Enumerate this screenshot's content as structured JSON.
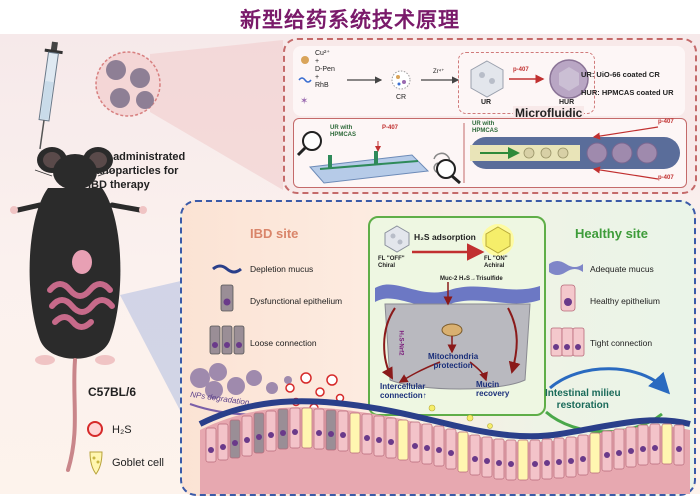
{
  "title": "新型给药系统技术原理",
  "left": {
    "oral_text": [
      "Oral administrated",
      "Nanoparticles for",
      "IBD therapy"
    ],
    "mouse_label": "C57BL/6",
    "h2s_label": "H₂S",
    "goblet_label": "Goblet cell"
  },
  "synthesis": {
    "reagents": [
      "Cu²⁺",
      "+",
      "D-Pen",
      "+",
      "RhB"
    ],
    "cr_label": "CR",
    "zr_label": "Zr⁴⁺",
    "ur_label": "UR",
    "p407_label": "p-407",
    "hur_label": "HUR",
    "legend_ur": "UR: UiO-66 coated CR",
    "legend_hur": "HUR: HPMCAS coated UR",
    "microfluidic_title": "Microfluidic",
    "ur_with_hpmcas": [
      "UR with",
      "HPMCAS"
    ],
    "p407_small": "P-407",
    "p407_right_top": "p-407",
    "p407_right_bottom": "p-407"
  },
  "ibd": {
    "title": "IBD site",
    "legend": [
      "Depletion mucus",
      "Dysfunctional epithelium",
      "Loose connection"
    ],
    "degradation": "NPs degradation"
  },
  "center": {
    "h2s_adsorption": "H₂S adsorption",
    "fl_off": [
      "FL \"OFF\"",
      "Chiral"
    ],
    "fl_on": [
      "FL \"ON\"",
      "Achiral"
    ],
    "reaction": "Muc-2  H₂S→Trisulfide",
    "mechanism": [
      "Mitochondria",
      "protection"
    ],
    "intercellular": [
      "Intercellular",
      "connection↑"
    ],
    "mucin": [
      "Mucin",
      "recovery"
    ],
    "side_label": "H₂S-Nrf2"
  },
  "healthy": {
    "title": "Healthy site",
    "legend": [
      "Adequate mucus",
      "Healthy epithelium",
      "Tight connection"
    ],
    "milieu": [
      "Intestinal milieu",
      "restoration"
    ]
  }
}
